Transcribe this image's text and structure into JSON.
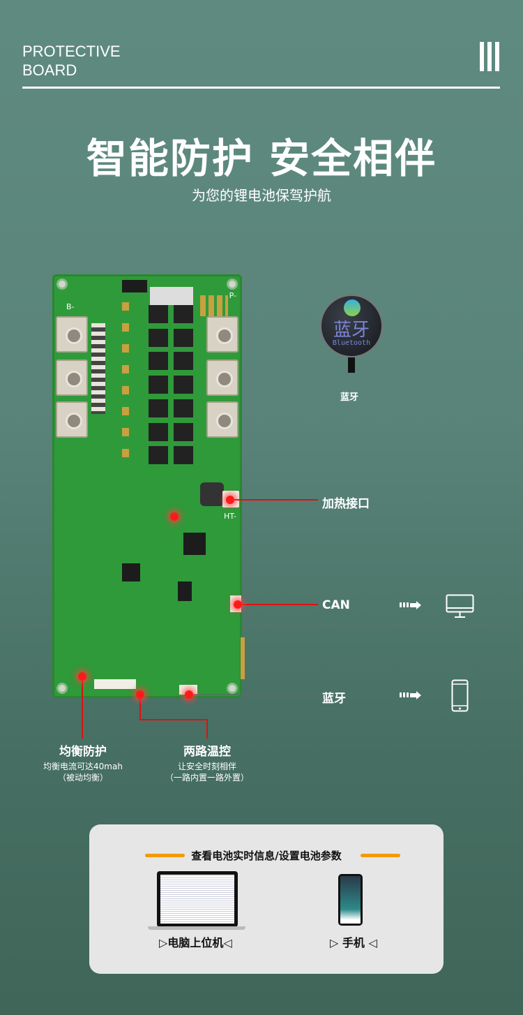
{
  "header": {
    "brand_line1": "PROTECTIVE",
    "brand_line2": "BOARD",
    "menu_icon": "three-vertical-bars"
  },
  "hero": {
    "title": "智能防护 安全相伴",
    "subtitle": "为您的锂电池保驾护航"
  },
  "bluetooth_module": {
    "label_cn": "蓝牙",
    "label_en": "Bluetooth",
    "caption": "蓝牙"
  },
  "callouts": {
    "heating": "加热接口",
    "can": "CAN",
    "bluetooth": "蓝牙",
    "balance": {
      "title": "均衡防护",
      "line1": "均衡电流可达40mah",
      "line2": "（被动均衡）"
    },
    "temp": {
      "title": "两路温控",
      "line1": "让安全时刻相伴",
      "line2": "（一路内置一路外置）"
    }
  },
  "pcb": {
    "silk_b": "B-",
    "silk_p": "P-",
    "silk_ht": "HT-"
  },
  "colors": {
    "accent_red": "#ff1a1a",
    "accent_orange": "#f29b00",
    "pcb_green": "#2f9a3a"
  },
  "panel": {
    "title": "查看电池实时信息/设置电池参数",
    "pc_label": "电脑上位机",
    "phone_label": "手机"
  }
}
